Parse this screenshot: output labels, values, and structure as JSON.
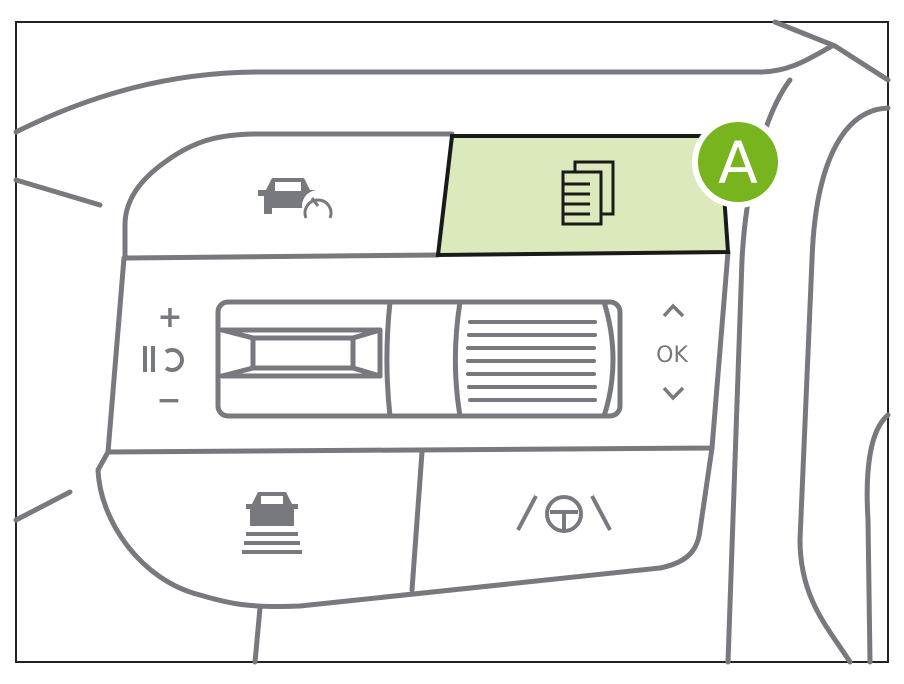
{
  "diagram": {
    "callout_label": "A",
    "highlighted_button": "message-list-button",
    "colors": {
      "stroke": "#77797e",
      "highlight": "#dce9bd",
      "badge": "#78b41e",
      "outline": "#1a1a1a"
    },
    "left_controls": {
      "plus": "+",
      "minus": "−"
    },
    "right_controls": {
      "ok": "OK"
    }
  }
}
